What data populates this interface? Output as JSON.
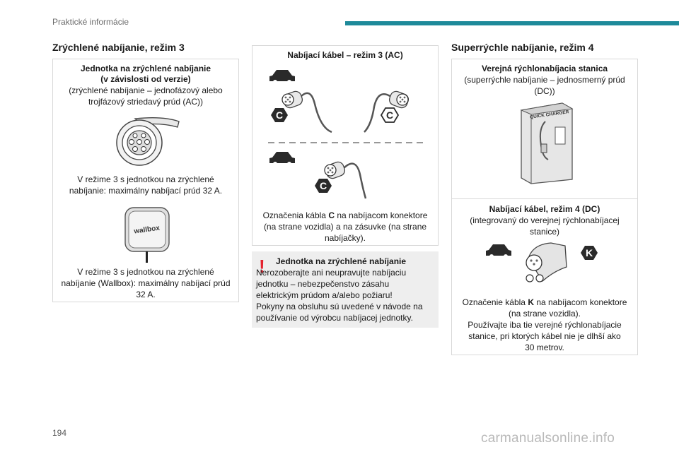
{
  "header": {
    "section": "Praktické informácie",
    "accent_color": "#1e8a9a"
  },
  "page_number": "194",
  "watermark": "carmanualsonline.info",
  "left": {
    "heading": "Zrýchlené nabíjanie, režim 3",
    "box_title_1": "Jednotka na zrýchlené nabíjanie",
    "box_title_2": "(v závislosti od verzie)",
    "box_sub_1": "(zrýchlené nabíjanie – jednofázový alebo",
    "box_sub_2": "trojfázový striedavý prúd (AC))",
    "socket_caption_1": "V režime 3 s jednotkou na zrýchlené",
    "socket_caption_2": "nabíjanie: maximálny nabíjací prúd 32 A.",
    "wallbox_logo": "wallbox",
    "wallbox_caption_1": "V režime 3 s jednotkou na zrýchlené",
    "wallbox_caption_2": "nabíjanie (Wallbox): maximálny nabíjací prúd",
    "wallbox_caption_3": "32 A."
  },
  "middle": {
    "cable_title": "Nabíjací kábel – režim 3 (AC)",
    "badge_c": "C",
    "caption_1_pre": "Označenia kábla ",
    "caption_1_bold": "C",
    "caption_1_post": " na nabíjacom konektore",
    "caption_2": "(na strane vozidla) a na zásuvke (na strane",
    "caption_3": "nabíjačky).",
    "warning_title": "Jednotka na zrýchlené nabíjanie",
    "warning_lines": [
      "Nerozoberajte ani neupravujte nabíjaciu",
      "jednotku – nebezpečenstvo zásahu",
      "elektrickým prúdom a/alebo požiaru!",
      "Pokyny na obsluhu sú uvedené v návode na",
      "používanie od výrobcu nabíjacej jednotky."
    ],
    "warning_color": "#e4222e"
  },
  "right": {
    "heading": "Superrýchle nabíjanie, režim 4",
    "station_title": "Verejná rýchlonabíjacia stanica",
    "station_sub_1": "(superrýchle nabíjanie – jednosmerný prúd",
    "station_sub_2": "(DC))",
    "station_sign": "QUICK CHARGER",
    "cable_title": "Nabíjací kábel, režim 4 (DC)",
    "cable_sub_1": "(integrovaný do verejnej rýchlonabíjacej",
    "cable_sub_2": "stanice)",
    "badge_k": "K",
    "caption_1_pre": "Označenie kábla ",
    "caption_1_bold": "K",
    "caption_1_post": " na nabíjacom konektore",
    "caption_2": "(na strane vozidla).",
    "caption_3": "Používajte iba tie verejné rýchlonabíjacie",
    "caption_4": "stanice, pri ktorých kábel nie je dlhší ako",
    "caption_5": "30 metrov."
  }
}
